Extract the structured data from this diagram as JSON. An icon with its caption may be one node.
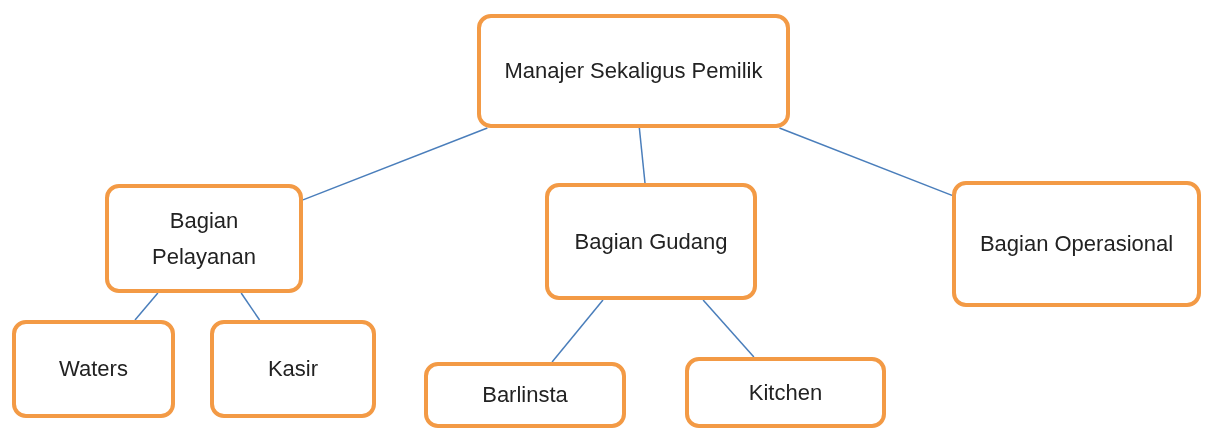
{
  "diagram": {
    "nodes": [
      {
        "text": [
          "Manajer Sekaligus Pemilik"
        ]
      },
      {
        "text": [
          "Bagian Pelayanan"
        ]
      },
      {
        "text": [
          "Bagian Gudang"
        ]
      },
      {
        "text": [
          "Bagian Operasional"
        ]
      },
      {
        "text": [
          "Waters"
        ]
      },
      {
        "text": [
          "Kasir"
        ]
      },
      {
        "text": [
          "Barlinsta"
        ]
      },
      {
        "text": [
          "Kitchen"
        ]
      }
    ],
    "edges": [
      {
        "from": 0,
        "to": 1,
        "arrow": "none"
      },
      {
        "from": 0,
        "to": 2,
        "arrow": "none"
      },
      {
        "from": 0,
        "to": 3,
        "arrow": "none"
      },
      {
        "from": 1,
        "to": 4,
        "arrow": "none"
      },
      {
        "from": 1,
        "to": 5,
        "arrow": "none"
      },
      {
        "from": 2,
        "to": 6,
        "arrow": "none"
      },
      {
        "from": 2,
        "to": 7,
        "arrow": "none"
      }
    ]
  }
}
